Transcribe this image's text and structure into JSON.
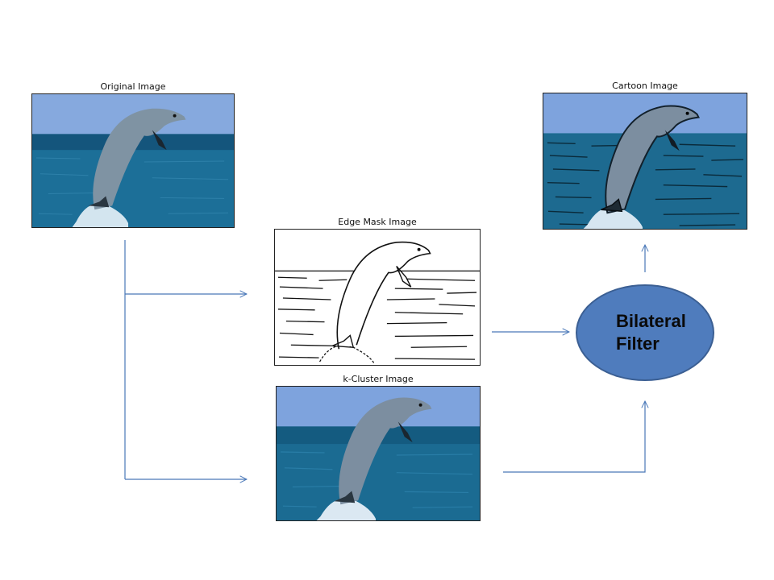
{
  "panels": {
    "original": {
      "caption": "Original Image"
    },
    "cartoon": {
      "caption": "Cartoon Image"
    },
    "edge_mask": {
      "caption": "Edge Mask Image"
    },
    "k_cluster": {
      "caption": "k-Cluster Image"
    }
  },
  "filter_node": {
    "label": "Bilateral\nFilter"
  },
  "colors": {
    "sky": "#7ea3dd",
    "sea": "#1a6c95",
    "sea_dark": "#0f4f73",
    "dolphin": "#7a8fa0",
    "arrow": "#4a78b8",
    "node_fill": "#4f7cbd"
  }
}
